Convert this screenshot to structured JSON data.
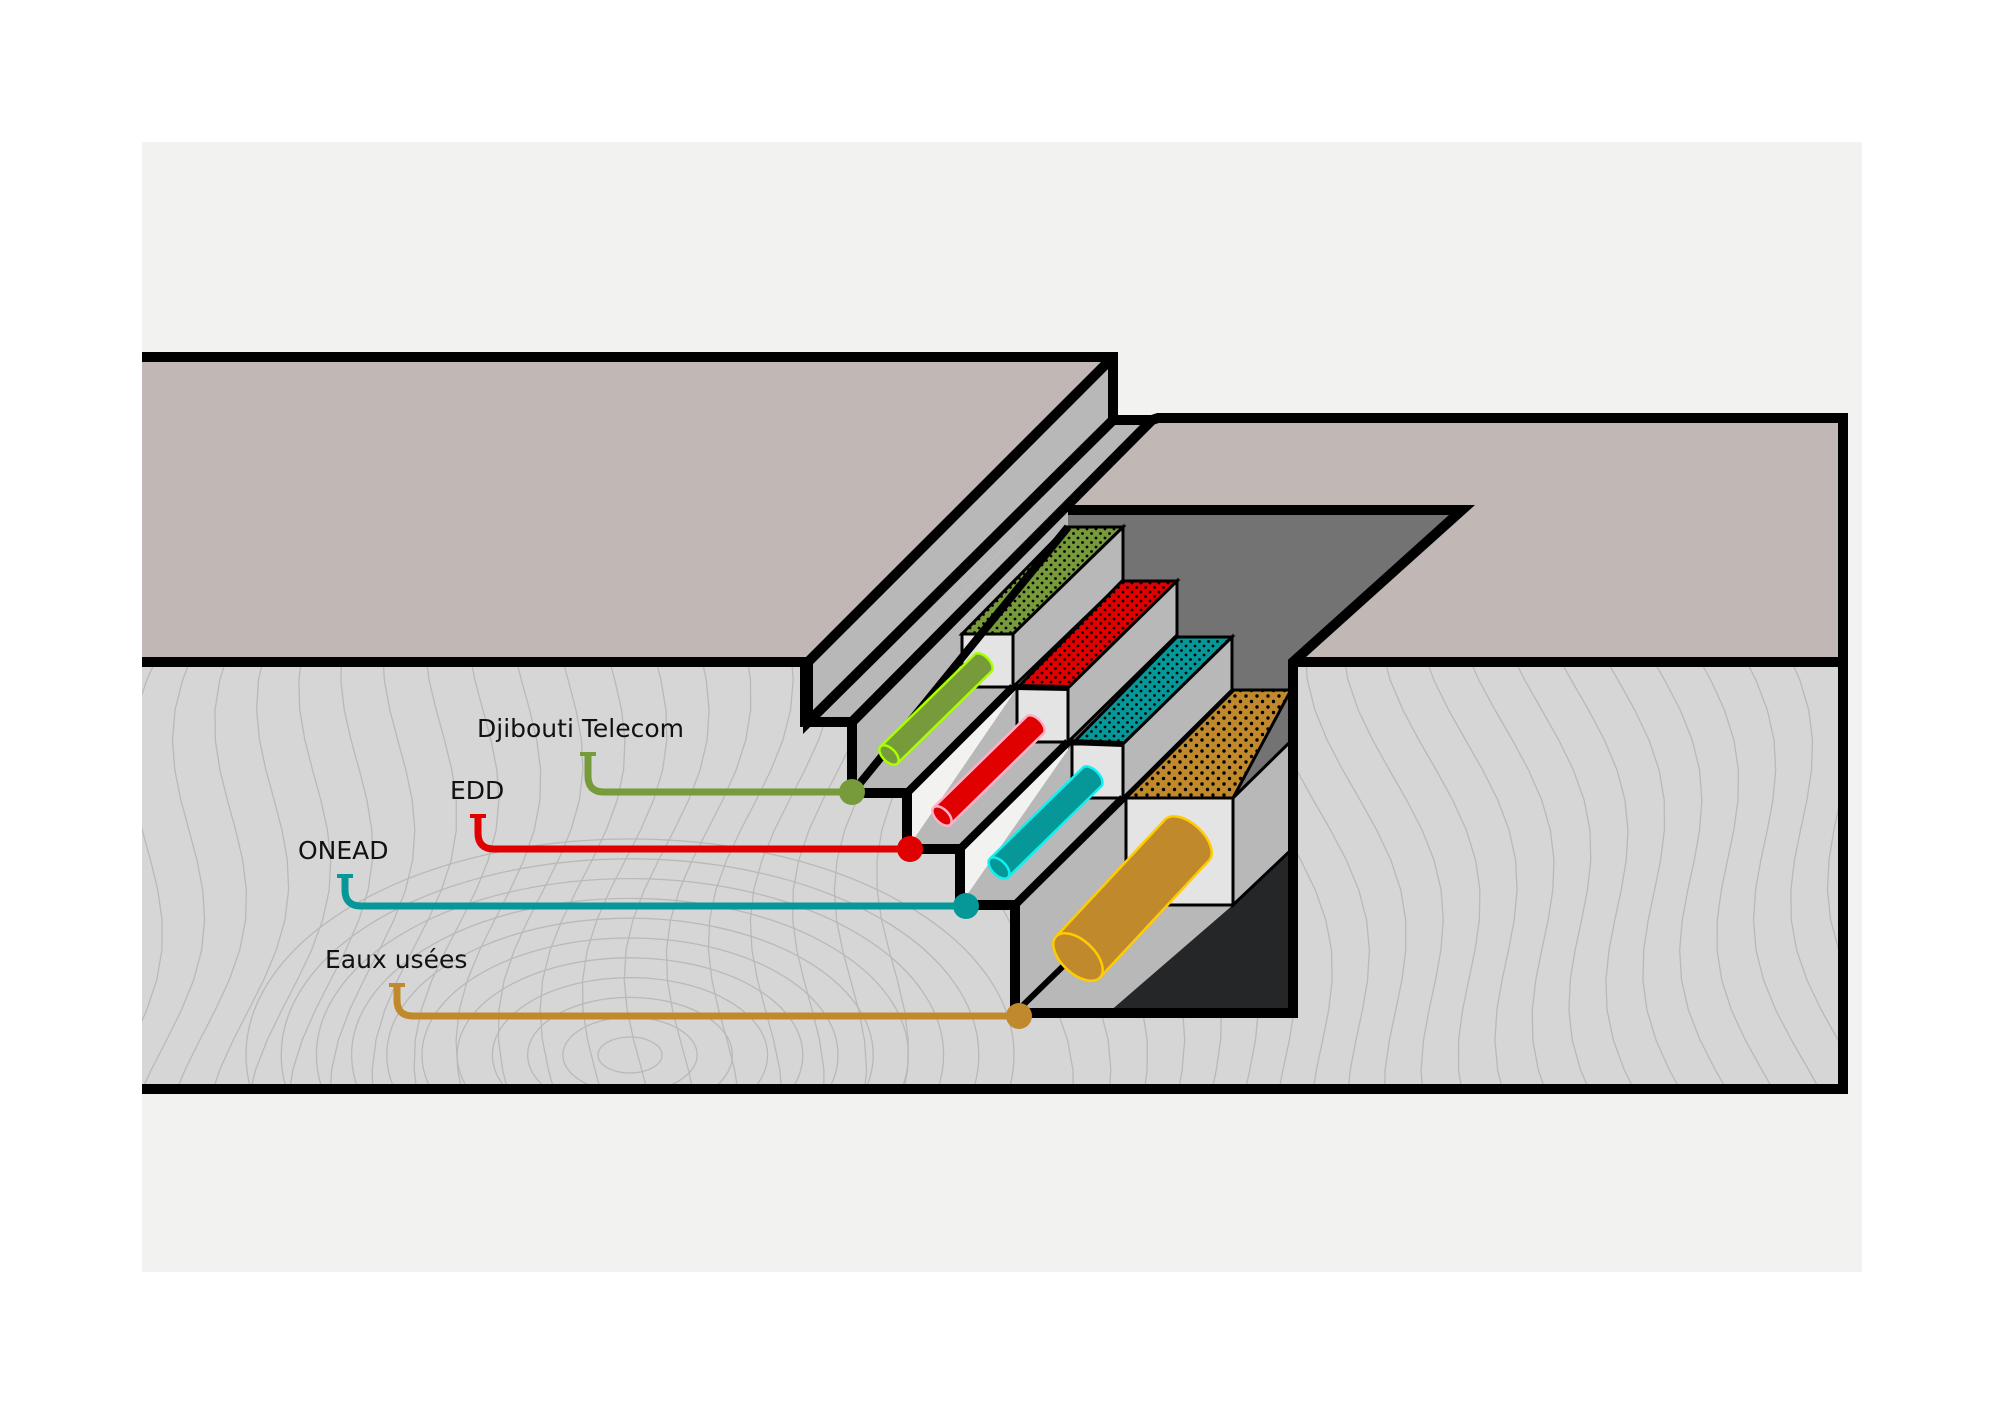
{
  "diagram": {
    "title": "Coupe de tranchée technique — réseaux enterrés",
    "background_color": "#f2f2f0",
    "ground_color": "#d6d6d6",
    "pavement_color": "#c1b8b6",
    "wall_color": "#b8b8b8",
    "block_face_color": "#e4e4e4",
    "trench_dark_color": "#737373",
    "trench_floor_color": "#252628"
  },
  "networks": [
    {
      "id": "djibouti-telecom",
      "label": "Djibouti Telecom",
      "color": "#779a3a",
      "outline": "#a8ff00"
    },
    {
      "id": "edd",
      "label": "EDD",
      "color": "#e00000",
      "outline": "#ffb0c8"
    },
    {
      "id": "onead",
      "label": "ONEAD",
      "color": "#069898",
      "outline": "#10f0f0"
    },
    {
      "id": "eaux-usees",
      "label": "Eaux usées",
      "color": "#c0892c",
      "outline": "#ffcc00"
    }
  ]
}
